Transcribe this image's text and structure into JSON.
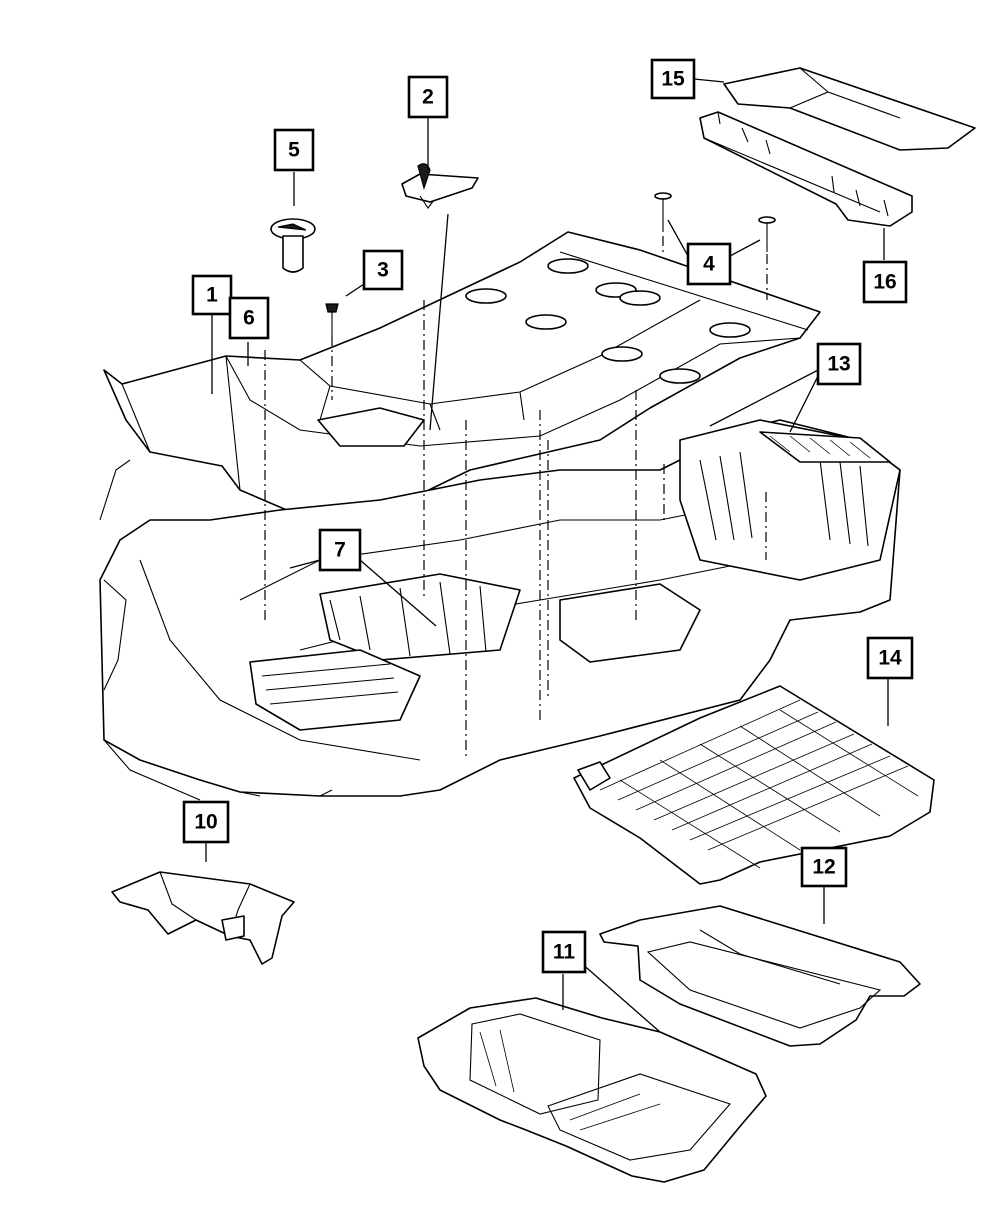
{
  "diagram": {
    "callouts": [
      {
        "id": "1",
        "label": "1"
      },
      {
        "id": "2",
        "label": "2"
      },
      {
        "id": "3",
        "label": "3"
      },
      {
        "id": "4",
        "label": "4"
      },
      {
        "id": "5",
        "label": "5"
      },
      {
        "id": "6",
        "label": "6"
      },
      {
        "id": "7",
        "label": "7"
      },
      {
        "id": "10",
        "label": "10"
      },
      {
        "id": "11",
        "label": "11"
      },
      {
        "id": "12",
        "label": "12"
      },
      {
        "id": "13",
        "label": "13"
      },
      {
        "id": "14",
        "label": "14"
      },
      {
        "id": "15",
        "label": "15"
      },
      {
        "id": "16",
        "label": "16"
      }
    ]
  }
}
